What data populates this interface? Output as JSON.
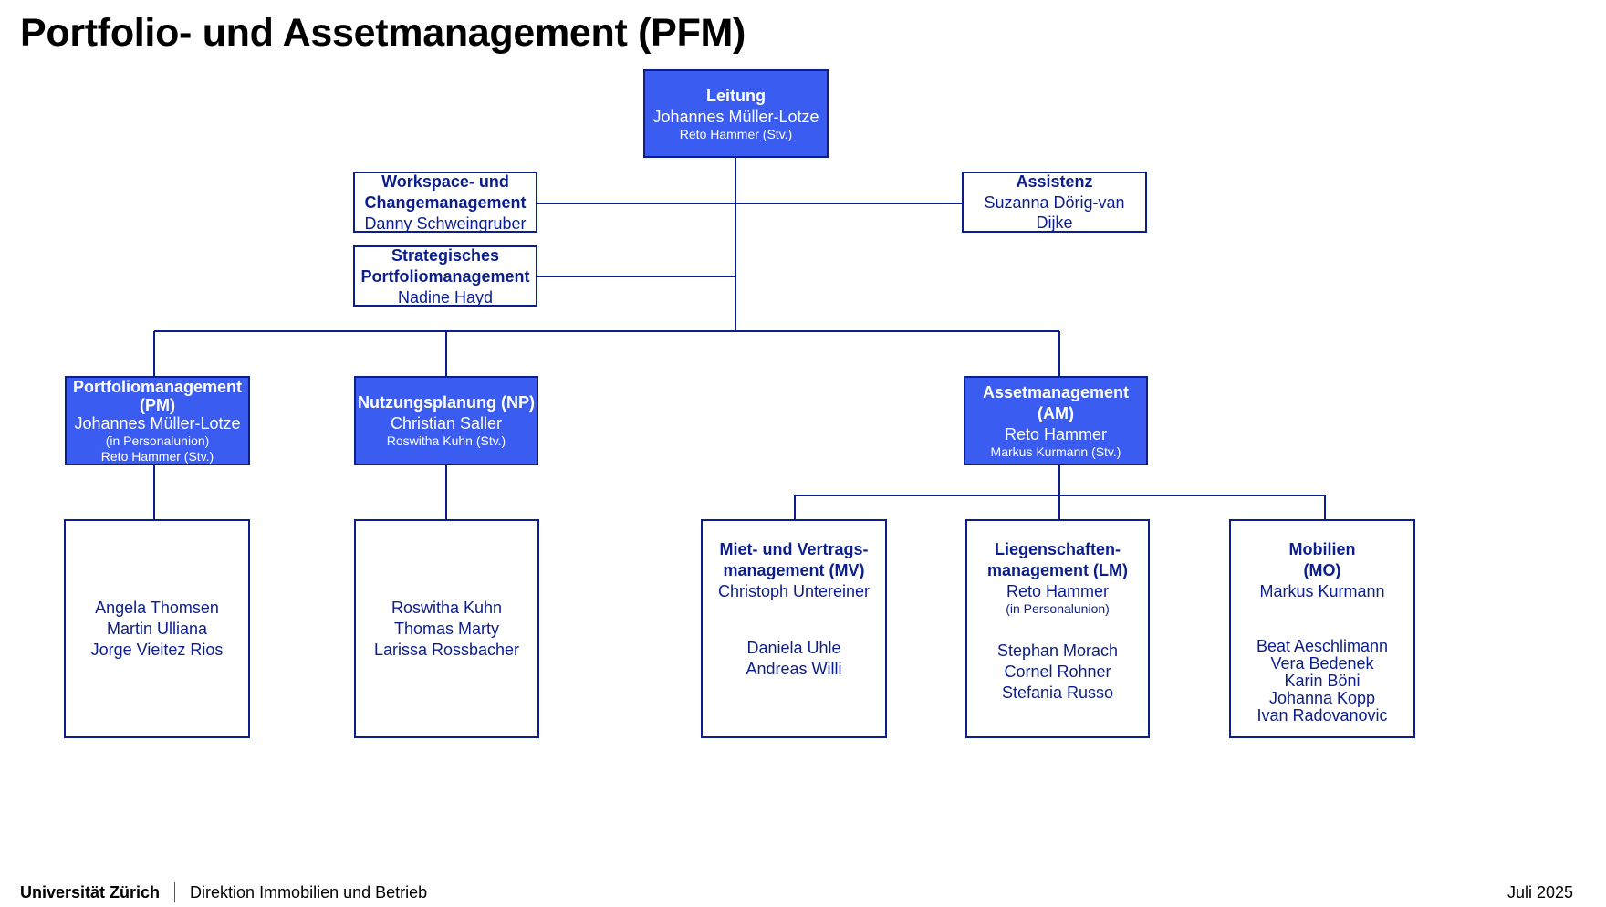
{
  "title": "Portfolio- und Assetmanagement (PFM)",
  "colors": {
    "primary_fill": "#3b5cf0",
    "line": "#0b1e8c"
  },
  "leitung": {
    "title": "Leitung",
    "name": "Johannes Müller-Lotze",
    "deputy": "Reto Hammer (Stv.)"
  },
  "workspace": {
    "title_line1": "Workspace- und",
    "title_line2": "Changemanagement",
    "name": "Danny Schweingruber"
  },
  "strategisch": {
    "title_line1": "Strategisches",
    "title_line2": "Portfoliomanagement",
    "name": "Nadine Hayd"
  },
  "assistenz": {
    "title": "Assistenz",
    "name": "Suzanna Dörig-van Dijke"
  },
  "pm": {
    "title_line1": "Portfoliomanagement",
    "title_line2": "(PM)",
    "name": "Johannes Müller-Lotze",
    "note": "(in Personalunion)",
    "deputy": "Reto Hammer (Stv.)"
  },
  "np": {
    "title": "Nutzungsplanung (NP)",
    "name": "Christian Saller",
    "deputy": "Roswitha Kuhn (Stv.)"
  },
  "am": {
    "title": "Assetmanagement (AM)",
    "name": "Reto Hammer",
    "deputy": "Markus Kurmann (Stv.)"
  },
  "pm_team": {
    "members": [
      "Angela Thomsen",
      "Martin Ulliana",
      "Jorge Vieitez Rios"
    ]
  },
  "np_team": {
    "members": [
      "Roswitha Kuhn",
      "Thomas Marty",
      "Larissa Rossbacher"
    ]
  },
  "mv": {
    "title_line1": "Miet- und Vertrags-",
    "title_line2": "management (MV)",
    "lead": "Christoph Untereiner",
    "members": [
      "Daniela Uhle",
      "Andreas Willi"
    ]
  },
  "lm": {
    "title_line1": "Liegenschaften-",
    "title_line2": "management (LM)",
    "lead": "Reto Hammer",
    "note": "(in Personalunion)",
    "members": [
      "Stephan Morach",
      "Cornel Rohner",
      "Stefania Russo"
    ]
  },
  "mo": {
    "title_line1": "Mobilien",
    "title_line2": "(MO)",
    "lead": "Markus Kurmann",
    "members": [
      "Beat Aeschlimann",
      "Vera Bedenek",
      "Karin Böni",
      "Johanna Kopp",
      "Ivan Radovanovic"
    ]
  },
  "footer": {
    "university": "Universität Zürich",
    "department": "Direktion Immobilien und Betrieb",
    "date": "Juli 2025"
  }
}
